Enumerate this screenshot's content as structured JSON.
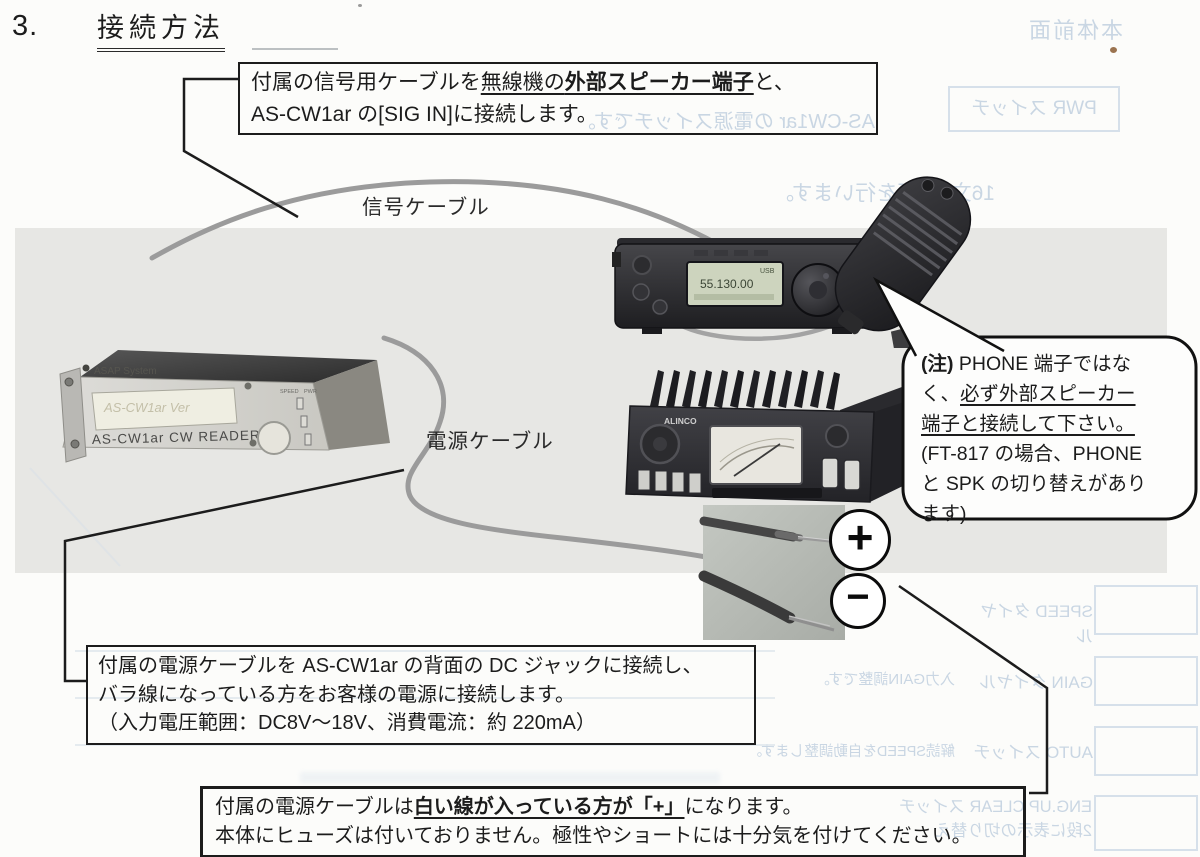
{
  "page": {
    "heading_number": "3.",
    "heading_title": "接続方法"
  },
  "top_box": {
    "line1_a": "付属の信号用ケーブルを",
    "line1_b": "無線機の",
    "line1_c": "外部スピーカー端子",
    "line1_d": "と、",
    "line2": "AS-CW1ar の[SIG IN]に接続します。"
  },
  "cable_labels": {
    "signal": "信号ケーブル",
    "power": "電源ケーブル"
  },
  "note_bubble": {
    "line1_a": "(注)",
    "line1_b": " PHONE 端子ではな",
    "line2_a": "く、",
    "line2_b": "必ず外部スピーカー",
    "line3": "端子と接続して下さい。",
    "line4": "(FT-817 の場合、PHONE",
    "line5": "と SPK の切り替えがあり",
    "line6": "ます)"
  },
  "polarity_marks": {
    "plus": "+",
    "minus": "−"
  },
  "power_box": {
    "line1": "付属の電源ケーブルを AS-CW1ar の背面の DC ジャックに接続し、",
    "line2": "バラ線になっている方をお客様の電源に接続します。",
    "line3": "（入力電圧範囲：DC8V～18V、消費電流：約 220mA）"
  },
  "caution_box": {
    "line1_a": "付属の電源ケーブルは",
    "line1_b": "白い線が入っている方が「+」",
    "line1_c": "になります。",
    "line2": "本体にヒューズは付いておりません。極性やショートには十分気を付けてください。"
  },
  "photo_text": {
    "reader_brand": "ASAP System",
    "reader_lcd": "AS-CW1ar Ver",
    "reader_model": "AS-CW1ar CW READER",
    "reader_label_speed": "SPEED",
    "reader_label_pwr": "PWR",
    "psu_brand": "ALINCO",
    "radio_lcd_mode": "USB",
    "radio_lcd_freq": "55.130.00"
  },
  "bleedthrough": {
    "top_right": "本体前面",
    "pwr_box": "PWR スイッチ",
    "line_top": "AS-CW1ar の電源スイッチです。",
    "line_mid": "16文字2行を行います。",
    "speed_label": "SPEED タイヤル",
    "gain_label": "GAIN タイヤル",
    "auto_label": "AUTO スイッチ",
    "engup_label": "ENG.UP CLEAR スイッチ",
    "engup_label2": "2段に表示の切り替え",
    "gain_note": "入力GAIN調整です。",
    "auto_note": "解読SPEEDを自動調整します。"
  },
  "colors": {
    "ink": "#1c1c1c",
    "photo_band": "#e7e7e4",
    "bleed_blue": "#c9d6e3",
    "cable_gray": "#9b9b9b"
  }
}
